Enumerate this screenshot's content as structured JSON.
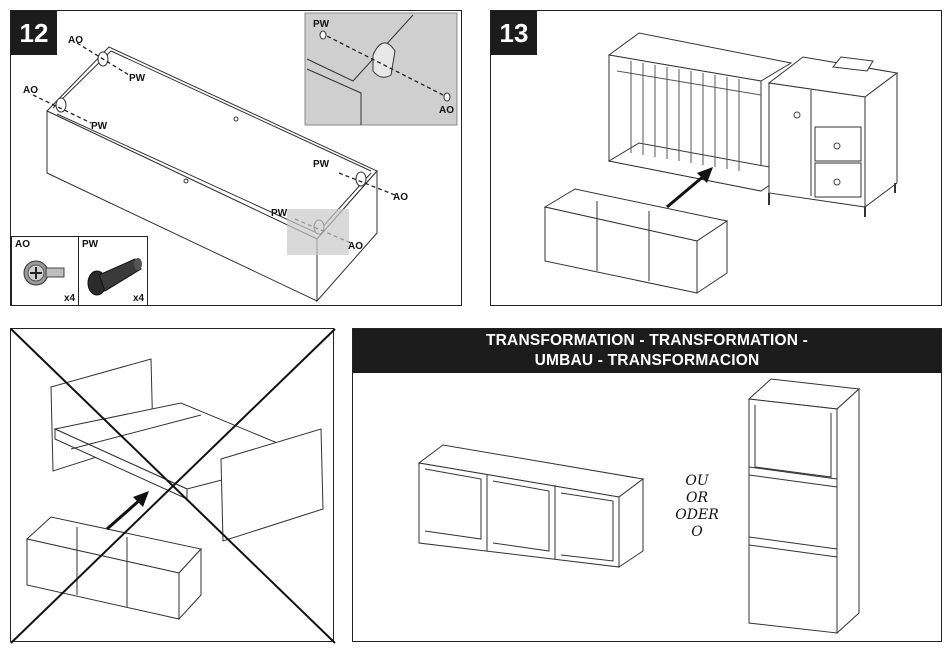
{
  "step12": {
    "number": "12",
    "labels": {
      "ao": "AO",
      "pw": "PW"
    },
    "legend": {
      "ao_title": "AO",
      "ao_qty": "x4",
      "pw_title": "PW",
      "pw_qty": "x4"
    }
  },
  "step13": {
    "number": "13"
  },
  "transformation": {
    "banner_line1": "TRANSFORMATION - TRANSFORMATION -",
    "banner_line2": "UMBAU - TRANSFORMACION",
    "or_words": [
      "OU",
      "OR",
      "ODER",
      "O"
    ]
  }
}
